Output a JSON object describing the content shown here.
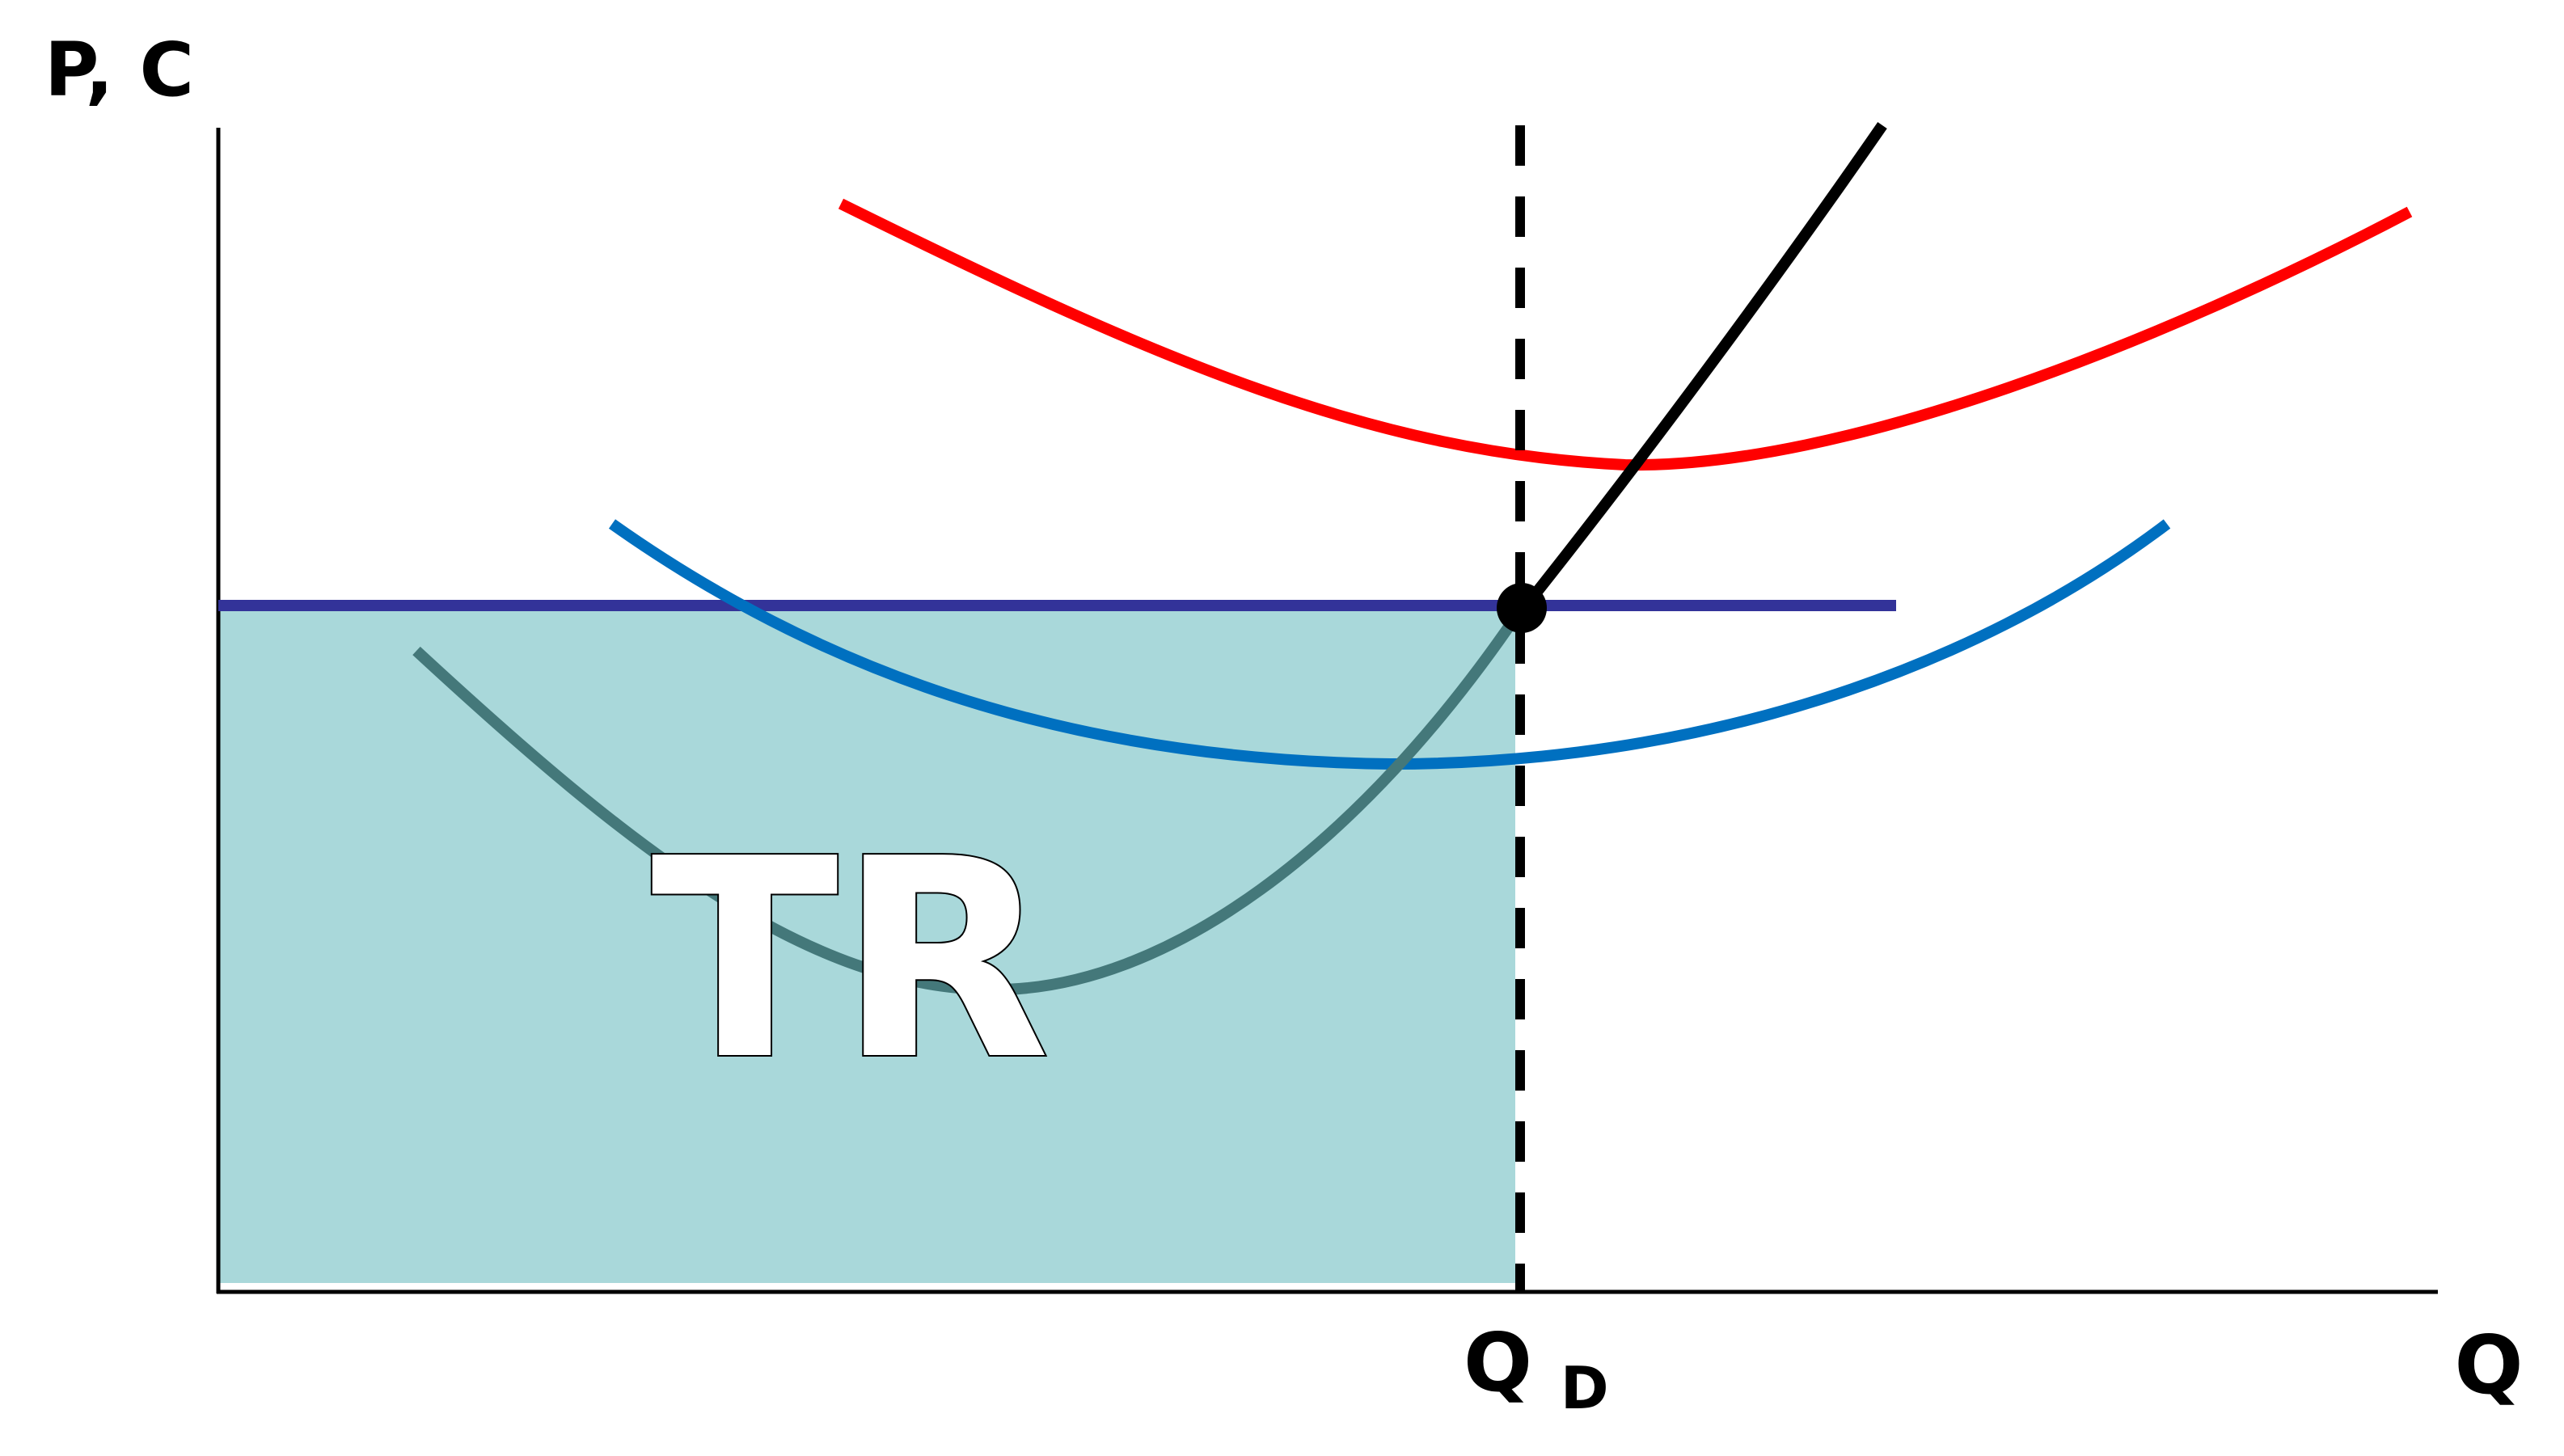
{
  "diagram": {
    "y_axis_label": "P, C",
    "x_axis_label": "Q",
    "qd_label_main": "Q",
    "qd_label_sub": "D",
    "area_label": "TR",
    "colors": {
      "tr_area": "#a9d8da",
      "atc_curve": "#ff0000",
      "avc_curve": "#0070c0",
      "afc_curve": "#44787a",
      "mc_curve": "#000000",
      "price_line": "#333399",
      "axes": "#000000",
      "optimum_point": "#000000"
    }
  }
}
